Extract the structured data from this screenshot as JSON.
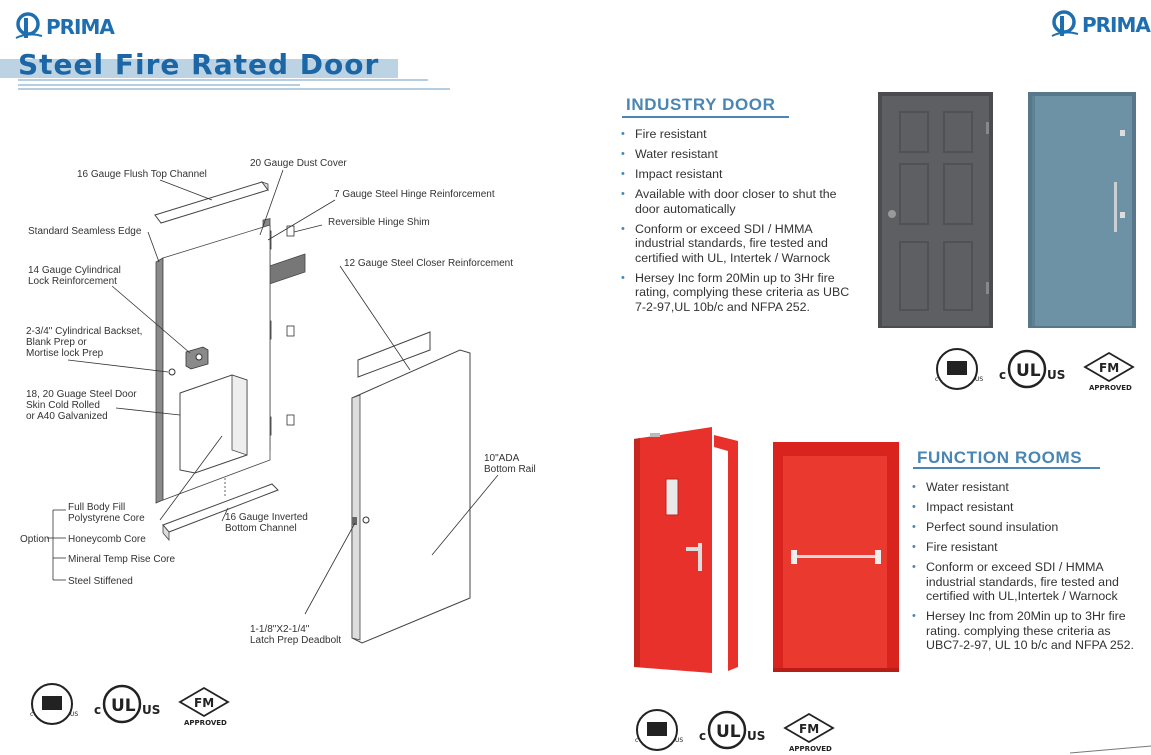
{
  "brand": {
    "name": "PRIMA"
  },
  "title": "Steel Fire Rated Door",
  "diagram": {
    "callouts": {
      "dust_cover": "20 Gauge Dust Cover",
      "top_channel": "16 Gauge Flush Top Channel",
      "hinge_reinf": "7 Gauge Steel Hinge Reinforcement",
      "hinge_shim": "Reversible Hinge Shim",
      "seamless_edge": "Standard Seamless Edge",
      "closer_reinf": "12 Gauge Steel Closer Reinforcement",
      "lock_reinf": "14 Gauge Cylindrical\nLock Reinforcement",
      "backset": "2-3/4\" Cylindrical Backset,\nBlank Prep or\nMortise lock Prep",
      "door_skin": "18, 20 Guage Steel Door\nSkin Cold Rolled\nor A40 Galvanized",
      "bottom_rail": "10\"ADA\nBottom Rail",
      "core_1": "Full Body Fill\nPolystyrene Core",
      "core_2": "Honeycomb Core",
      "core_3": "Mineral Temp Rise Core",
      "core_4": "Steel Stiffened",
      "option": "Option",
      "bottom_channel": "16 Gauge Inverted\nBottom Channel",
      "latch_prep": "1-1/8\"X2-1/4\"\nLatch Prep Deadbolt"
    }
  },
  "industry_door": {
    "title": "INDUSTRY DOOR",
    "bullets": [
      "Fire resistant",
      "Water resistant",
      "Impact resistant",
      "Available with door closer to shut the door automatically",
      "Conform or exceed SDI / HMMA industrial standards, fire tested and certified with UL, Intertek / Warnock",
      "Hersey Inc form 20Min up to 3Hr fire rating, complying these criteria as UBC 7-2-97,UL 10b/c and NFPA 252."
    ]
  },
  "function_rooms": {
    "title": "FUNCTION ROOMS",
    "bullets": [
      "Water resistant",
      "Impact resistant",
      "Perfect sound insulation",
      "Fire resistant",
      "Conform or exceed SDI / HMMA industrial standards, fire tested and certified with UL,Intertek / Warnock",
      "Hersey Inc from 20Min up to 3Hr fire rating. complying these criteria as UBC7-2-97, UL 10 b/c and NFPA 252."
    ]
  },
  "certifications": {
    "c": "c",
    "us": "US",
    "ul": "UL",
    "fm": "FM",
    "approved": "APPROVED"
  },
  "colors": {
    "brand_blue": "#1f6fb0",
    "section_blue": "#4a86b3",
    "door_grey": "#5d5f62",
    "door_teal": "#6d92a6",
    "door_red": "#e8312a"
  }
}
